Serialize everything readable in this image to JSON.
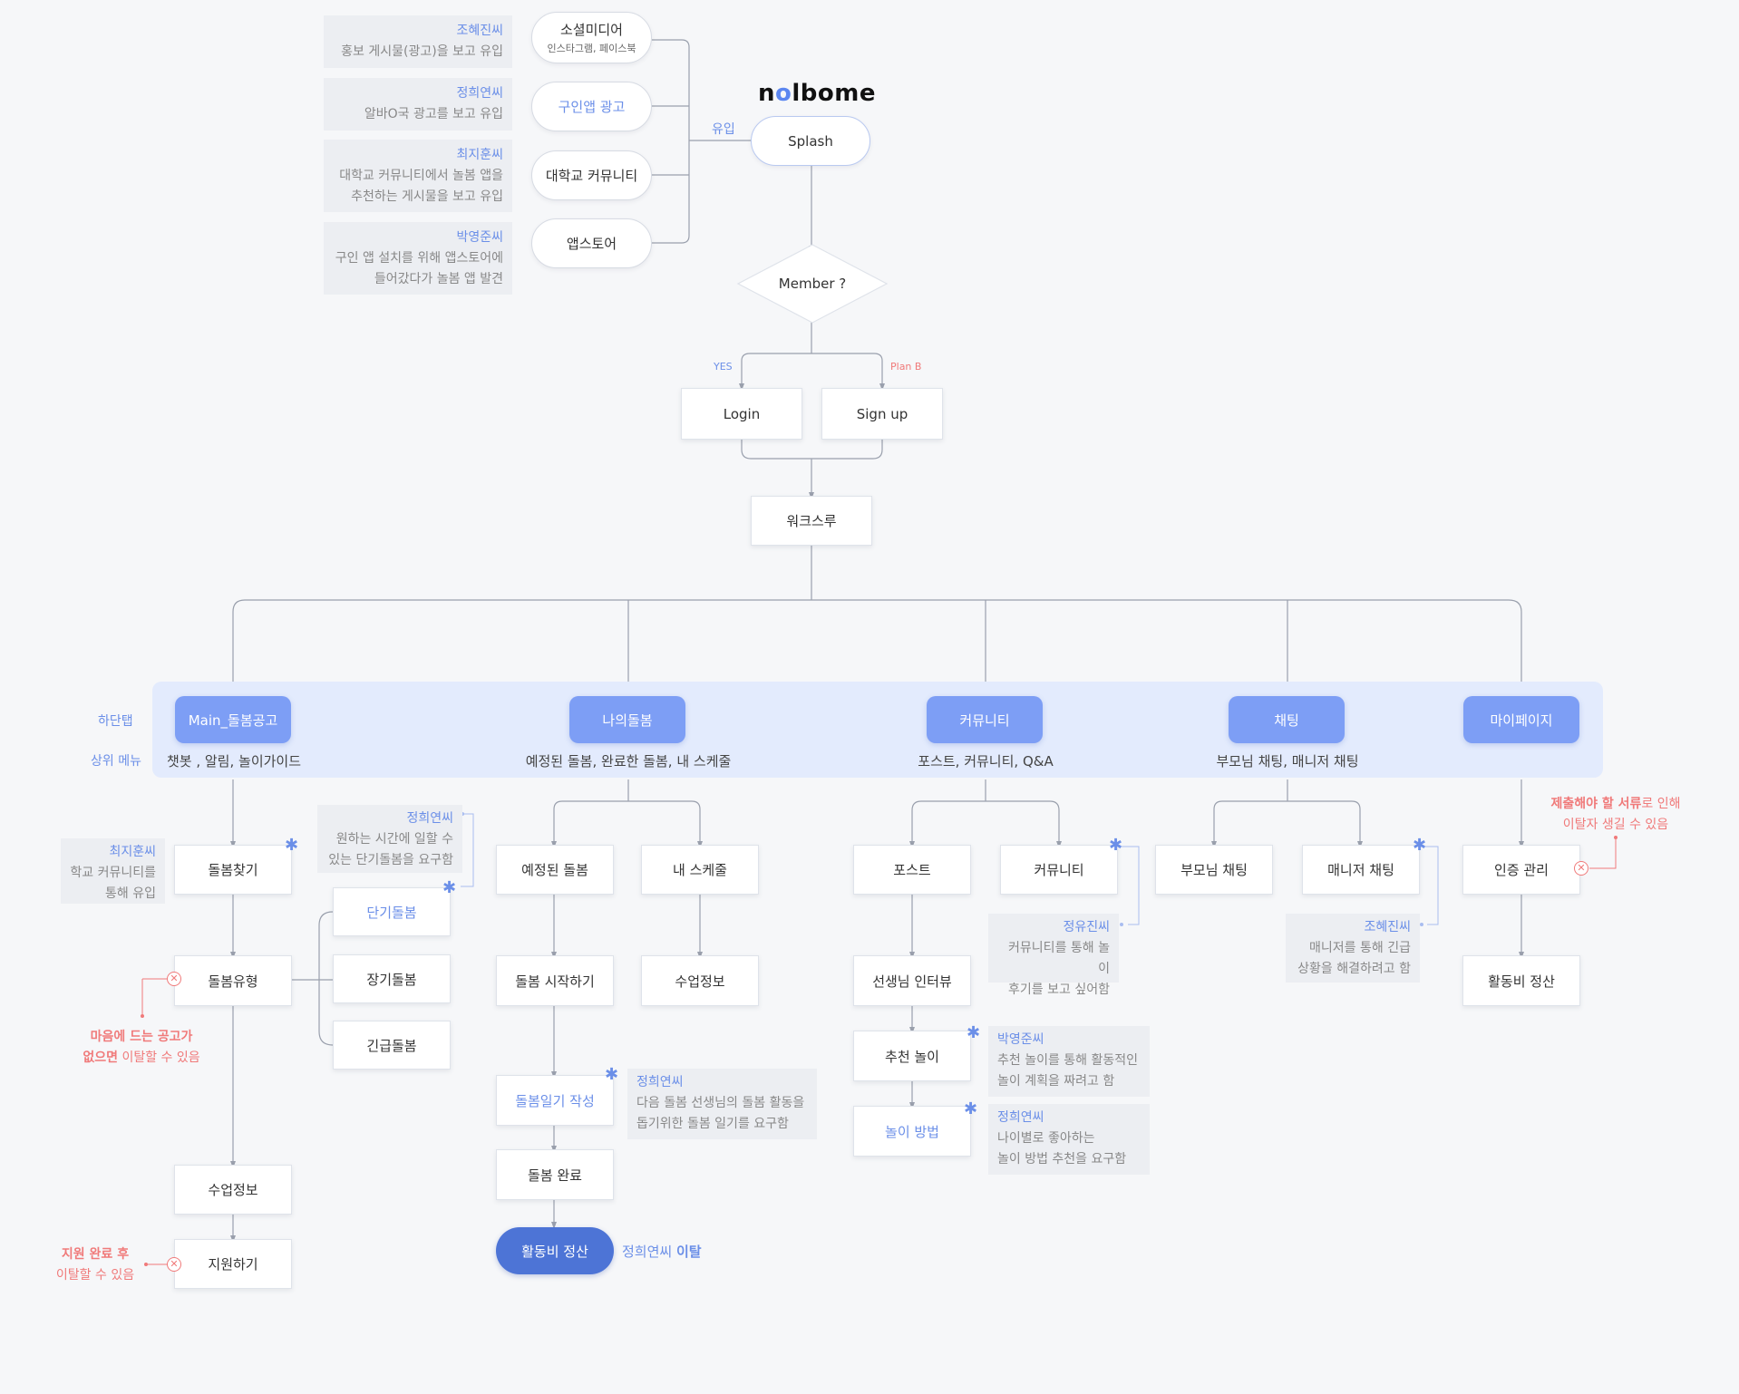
{
  "logo": {
    "pre": "n",
    "mid": "o",
    "post": "lbome"
  },
  "entry": {
    "label": "유입",
    "sources": [
      {
        "label": "소셜미디어",
        "sub": "인스타그램, 페이스북"
      },
      {
        "label": "구인앱 광고"
      },
      {
        "label": "대학교 커뮤니티"
      },
      {
        "label": "앱스토어"
      }
    ],
    "notes": [
      {
        "who": "조혜진씨",
        "lines": [
          "홍보 게시물(광고)을 보고 유입"
        ]
      },
      {
        "who": "정희연씨",
        "lines": [
          "알바O국 광고를 보고 유입"
        ]
      },
      {
        "who": "최지훈씨",
        "lines": [
          "대학교 커뮤니티에서 놀봄 앱을",
          "추천하는 게시물을 보고 유입"
        ]
      },
      {
        "who": "박영준씨",
        "lines": [
          "구인 앱 설치를 위해 앱스토어에",
          "들어갔다가 놀봄 앱 발견"
        ]
      }
    ]
  },
  "flow": {
    "splash": "Splash",
    "member": "Member ?",
    "yes": "YES",
    "planb": "Plan B",
    "login": "Login",
    "signup": "Sign up",
    "walkthrough": "워크스루"
  },
  "tabs": {
    "bottom_label": "하단탭",
    "top_menu_label": "상위 메뉴",
    "items": [
      {
        "label": "Main_돌봄공고",
        "sub": "챗봇 , 알림, 놀이가이드"
      },
      {
        "label": "나의돌봄",
        "sub": "예정된 돌봄, 완료한 돌봄, 내 스케줄"
      },
      {
        "label": "커뮤니티",
        "sub": "포스트, 커뮤니티, Q&A"
      },
      {
        "label": "채팅",
        "sub": "부모님 채팅, 매니저 채팅"
      },
      {
        "label": "마이페이지",
        "sub": ""
      }
    ]
  },
  "col1": {
    "find": "돌봄찾기",
    "type": "돌봄유형",
    "short": "단기돌봄",
    "long": "장기돌봄",
    "urgent": "긴급돌봄",
    "classinfo": "수업정보",
    "apply": "지원하기",
    "note_find": {
      "who": "최지훈씨",
      "lines": [
        "학교 커뮤니티를",
        "통해 유입"
      ]
    },
    "note_short": {
      "who": "정희연씨",
      "lines": [
        "원하는 시간에 일할 수",
        "있는 단기돌봄을 요구함"
      ]
    },
    "drop_type": {
      "l1b": "마음에 드는 공고가",
      "l2b": "없으면",
      "l2": " 이탈할 수 있음"
    },
    "drop_apply": {
      "l1b": "지원 완료 후",
      "l2": "이탈할 수 있음"
    }
  },
  "col2": {
    "scheduled": "예정된 돌봄",
    "myschedule": "내 스케줄",
    "start": "돌봄 시작하기",
    "classinfo": "수업정보",
    "diary": "돌봄일기 작성",
    "done": "돌봄 완료",
    "settle": "활동비 정산",
    "note_diary": {
      "who": "정희연씨",
      "lines": [
        "다음 돌봄 선생님의 돌봄 활동을",
        "돕기위한 돌봄 일기를 요구함"
      ]
    },
    "drop_who": "정희연씨",
    "drop_word": "이탈"
  },
  "col3": {
    "post": "포스트",
    "community": "커뮤니티",
    "interview": "선생님 인터뷰",
    "recommend": "추천 놀이",
    "howto": "놀이 방법",
    "note_community": {
      "who": "정유진씨",
      "lines": [
        "커뮤니티를 통해 놀이",
        "후기를 보고 싶어함"
      ]
    },
    "note_recommend": {
      "who": "박영준씨",
      "lines": [
        "추천 놀이를 통해 활동적인",
        "놀이 계획을 짜려고 함"
      ]
    },
    "note_howto": {
      "who": "정희연씨",
      "lines": [
        "나이별로 좋아하는",
        "놀이 방법 추천을 요구함"
      ]
    }
  },
  "col4": {
    "parent": "부모님 채팅",
    "manager": "매니저 채팅",
    "note_manager": {
      "who": "조혜진씨",
      "lines": [
        "매니저를 통해 긴급",
        "상황을 해결하려고 함"
      ]
    }
  },
  "col5": {
    "auth": "인증 관리",
    "settle": "활동비 정산",
    "drop_auth": {
      "l1b": "제출해야 할 서류",
      "l1": "로 인해",
      "l2": "이탈자 생길 수 있음"
    }
  },
  "colors": {
    "accent": "#7d9ef5",
    "accent_text": "#6b8fe8",
    "drop": "#f07a7a",
    "deep": "#4d74d6"
  }
}
